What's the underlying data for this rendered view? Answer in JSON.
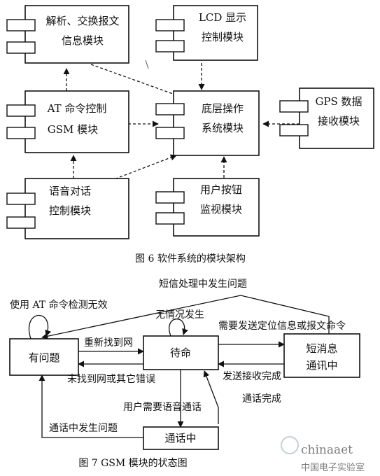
{
  "fig6": {
    "modules": {
      "parse": [
        "解析、交换报文",
        "信息模块"
      ],
      "lcd": [
        "LCD 显示",
        "控制模块"
      ],
      "at": [
        "AT 命令控制",
        "GSM 模块"
      ],
      "base": [
        "底层操作",
        "系统模块"
      ],
      "gps": [
        "GPS 数据",
        "接收模块"
      ],
      "voice": [
        "语音对话",
        "控制模块"
      ],
      "button": [
        "用户按钮",
        "监视模块"
      ]
    },
    "caption": "图 6  软件系统的模块架构"
  },
  "fig7": {
    "states": {
      "problem": "有问题",
      "standby": "待命",
      "sms": [
        "短消息",
        "通讯中"
      ],
      "call": "通话中"
    },
    "transitions": {
      "sms_problem": "短信处理中发生问题",
      "at_check": "使用 AT 命令检测无效",
      "no_event": "无情况发生",
      "send_request": "需要发送定位信息或报文命令",
      "refound": "重新找到网",
      "not_found": "未找到网或其它错误",
      "send_done": "发送接收完成",
      "call_done": "通话完成",
      "voice_need": "用户需要语音通话",
      "call_problem": "通话中发生问题"
    },
    "caption": "图 7  GSM 模块的状态图"
  },
  "watermark": {
    "line1": "chinaaet",
    "line2": "中国电子实验室"
  }
}
